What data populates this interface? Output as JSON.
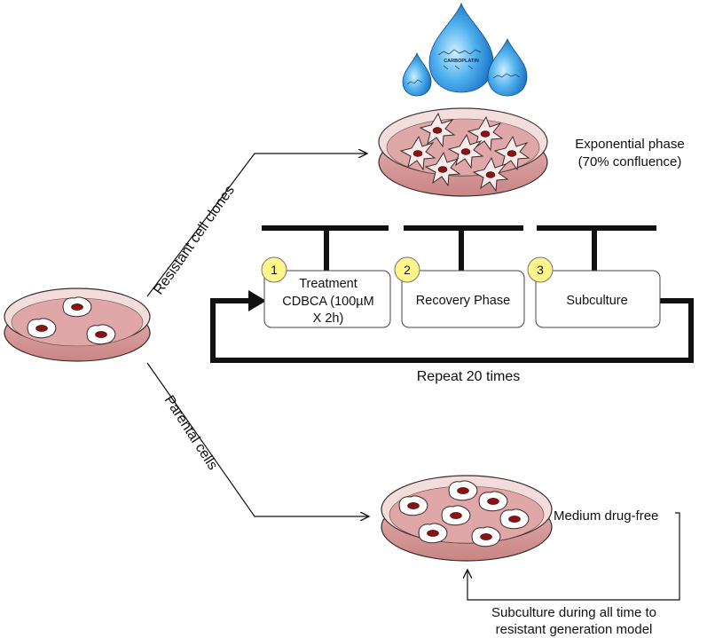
{
  "drops": {
    "label": "CARBOPLATIN"
  },
  "arrows": {
    "top_label": "Resistant cell clones",
    "bottom_label": "Parental cells"
  },
  "top_dish": {
    "caption_line1": "Exponential phase",
    "caption_line2": "(70% confluence)"
  },
  "steps": [
    {
      "number": "1",
      "line1": "Treatment",
      "line2": "CDBCA (100µM",
      "line3": "X 2h)"
    },
    {
      "number": "2",
      "line1": "Recovery Phase"
    },
    {
      "number": "3",
      "line1": "Subculture"
    }
  ],
  "cycle": {
    "label": "Repeat 20 times"
  },
  "bottom_dish": {
    "caption": "Medium drug-free",
    "note_line1": "Subculture during all time to",
    "note_line2": "resistant generation model"
  },
  "colors": {
    "dish_fill": "#d99a9a",
    "dish_rim": "#f3dcdc",
    "step_circle": "#fff58a",
    "drop_blue": "#1e7fd0"
  }
}
